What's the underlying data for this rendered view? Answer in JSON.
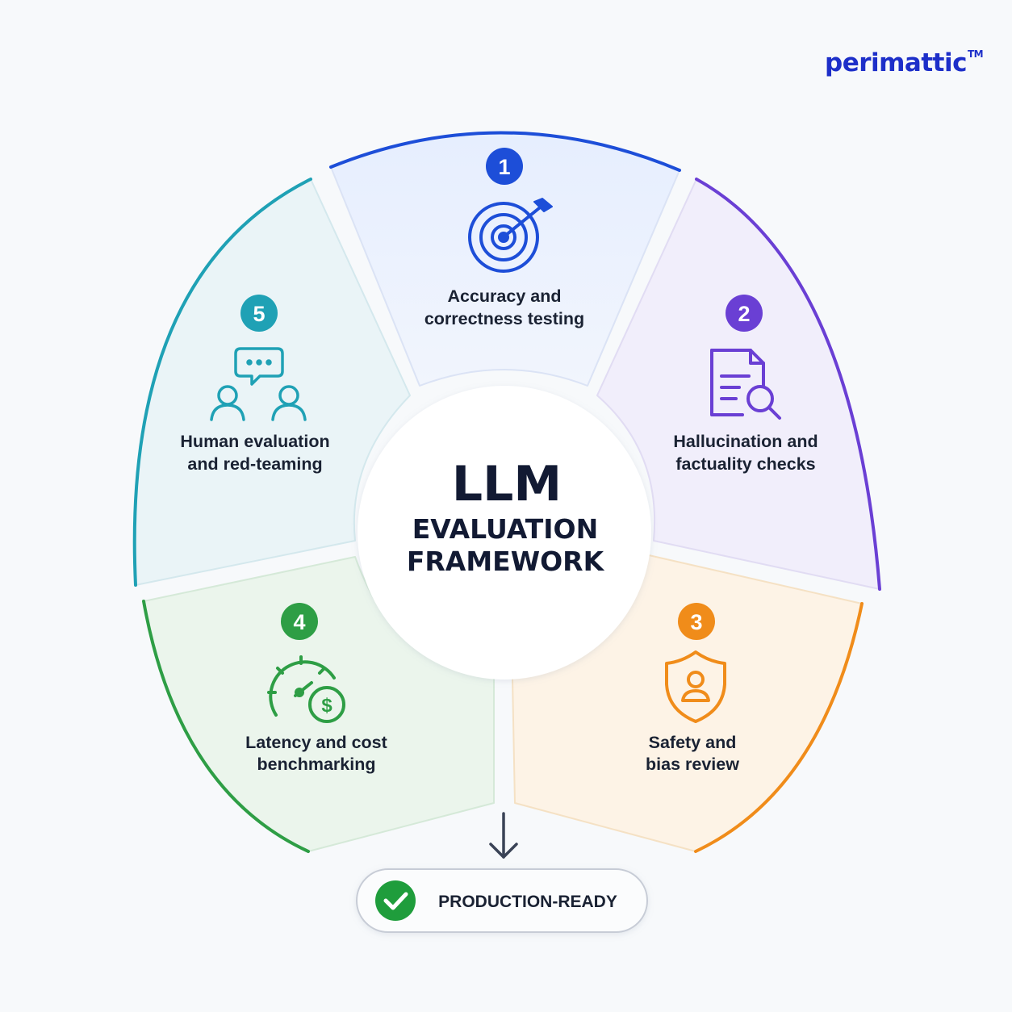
{
  "brand": {
    "name": "perimattic",
    "tm": "TM"
  },
  "center": {
    "line1": "LLM",
    "line2": "EVALUATION",
    "line3": "FRAMEWORK"
  },
  "segments": [
    {
      "number": "1",
      "line1": "Accuracy and",
      "line2": "correctness testing",
      "icon": "target-icon",
      "color": "#1d4ed8",
      "fill": "#eaf0fd"
    },
    {
      "number": "2",
      "line1": "Hallucination and",
      "line2": "factuality checks",
      "icon": "document-search-icon",
      "color": "#6a3fd4",
      "fill": "#f1eefb"
    },
    {
      "number": "3",
      "line1": "Safety and",
      "line2": "bias review",
      "icon": "shield-user-icon",
      "color": "#f08c1a",
      "fill": "#fdf3e6"
    },
    {
      "number": "4",
      "line1": "Latency and cost",
      "line2": "benchmarking",
      "icon": "speedometer-dollar-icon",
      "color": "#2e9e45",
      "fill": "#ebf5ec"
    },
    {
      "number": "5",
      "line1": "Human evaluation",
      "line2": "and red-teaming",
      "icon": "people-chat-icon",
      "color": "#1fa1b5",
      "fill": "#eaf4f7"
    }
  ],
  "result": {
    "label": "PRODUCTION-READY",
    "icon": "checkmark-icon",
    "color": "#1f9d3c"
  },
  "arrow": {
    "icon": "arrow-down-icon"
  }
}
